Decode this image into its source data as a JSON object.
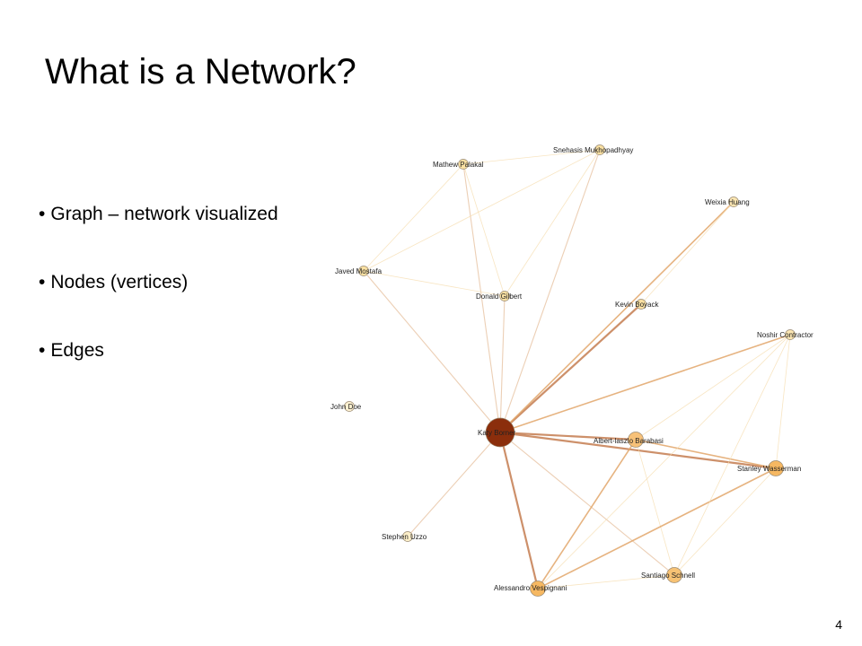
{
  "slide": {
    "title": "What is a Network?",
    "bullets": [
      "Graph – network visualized",
      "Nodes (vertices)",
      "Edges"
    ],
    "bullet_symbol": "•",
    "page_number": "4"
  },
  "network": {
    "nodes": [
      {
        "id": "snehasis",
        "label": "Snehasis Mukhopadhyay",
        "size": "small",
        "color": "#f9e0a2"
      },
      {
        "id": "mathew",
        "label": "Mathew Palakal",
        "size": "small",
        "color": "#f9e0a2"
      },
      {
        "id": "weixia",
        "label": "Weixia Huang",
        "size": "small",
        "color": "#fbe6b2"
      },
      {
        "id": "javed",
        "label": "Javed Mostafa",
        "size": "small",
        "color": "#f9e0a2"
      },
      {
        "id": "donald",
        "label": "Donald Gilbert",
        "size": "small",
        "color": "#f9e0a2"
      },
      {
        "id": "kevin",
        "label": "Kevin Boyack",
        "size": "small",
        "color": "#f9e0a2"
      },
      {
        "id": "noshir",
        "label": "Noshir Contractor",
        "size": "small",
        "color": "#fbe6b2"
      },
      {
        "id": "john",
        "label": "John Doe",
        "size": "small",
        "color": "#fdf0d0"
      },
      {
        "id": "katy",
        "label": "Katy Borner",
        "size": "large",
        "color": "#8b2e0c"
      },
      {
        "id": "albert",
        "label": "Albert-laszlo Barabasi",
        "size": "medium",
        "color": "#f7c178"
      },
      {
        "id": "stanley",
        "label": "Stanley Wasserman",
        "size": "medium",
        "color": "#f6b862"
      },
      {
        "id": "stephen",
        "label": "Stephen Uzzo",
        "size": "small",
        "color": "#fbeec8"
      },
      {
        "id": "santiago",
        "label": "Santiago Schnell",
        "size": "medium",
        "color": "#f7c274"
      },
      {
        "id": "alessandro",
        "label": "Alessandro Vespignani",
        "size": "medium",
        "color": "#f6b862"
      }
    ],
    "edges": [
      {
        "source": "katy",
        "target": "kevin",
        "strength": "strong"
      },
      {
        "source": "katy",
        "target": "weixia",
        "strength": "medium"
      },
      {
        "source": "katy",
        "target": "noshir",
        "strength": "medium"
      },
      {
        "source": "katy",
        "target": "albert",
        "strength": "strong"
      },
      {
        "source": "katy",
        "target": "stanley",
        "strength": "strong"
      },
      {
        "source": "katy",
        "target": "alessandro",
        "strength": "strong"
      },
      {
        "source": "katy",
        "target": "santiago",
        "strength": "weak"
      },
      {
        "source": "katy",
        "target": "stephen",
        "strength": "weak"
      },
      {
        "source": "katy",
        "target": "javed",
        "strength": "weak"
      },
      {
        "source": "katy",
        "target": "mathew",
        "strength": "weak"
      },
      {
        "source": "katy",
        "target": "donald",
        "strength": "weak"
      },
      {
        "source": "katy",
        "target": "snehasis",
        "strength": "weak"
      },
      {
        "source": "mathew",
        "target": "snehasis",
        "strength": "faint"
      },
      {
        "source": "mathew",
        "target": "javed",
        "strength": "faint"
      },
      {
        "source": "mathew",
        "target": "donald",
        "strength": "faint"
      },
      {
        "source": "javed",
        "target": "snehasis",
        "strength": "faint"
      },
      {
        "source": "javed",
        "target": "donald",
        "strength": "faint"
      },
      {
        "source": "donald",
        "target": "snehasis",
        "strength": "faint"
      },
      {
        "source": "kevin",
        "target": "weixia",
        "strength": "faint"
      },
      {
        "source": "albert",
        "target": "stanley",
        "strength": "medium"
      },
      {
        "source": "albert",
        "target": "alessandro",
        "strength": "medium"
      },
      {
        "source": "albert",
        "target": "santiago",
        "strength": "faint"
      },
      {
        "source": "albert",
        "target": "noshir",
        "strength": "faint"
      },
      {
        "source": "stanley",
        "target": "alessandro",
        "strength": "medium"
      },
      {
        "source": "stanley",
        "target": "santiago",
        "strength": "faint"
      },
      {
        "source": "stanley",
        "target": "noshir",
        "strength": "faint"
      },
      {
        "source": "alessandro",
        "target": "santiago",
        "strength": "faint"
      },
      {
        "source": "alessandro",
        "target": "noshir",
        "strength": "faint"
      },
      {
        "source": "santiago",
        "target": "noshir",
        "strength": "faint"
      }
    ],
    "edge_styles": {
      "strong": {
        "color": "#c8845a",
        "opacity": 0.9
      },
      "medium": {
        "color": "#e2a66a",
        "opacity": 0.85
      },
      "weak": {
        "color": "#e6bf9c",
        "opacity": 0.75
      },
      "faint": {
        "color": "#f5dcae",
        "opacity": 0.75
      }
    }
  }
}
